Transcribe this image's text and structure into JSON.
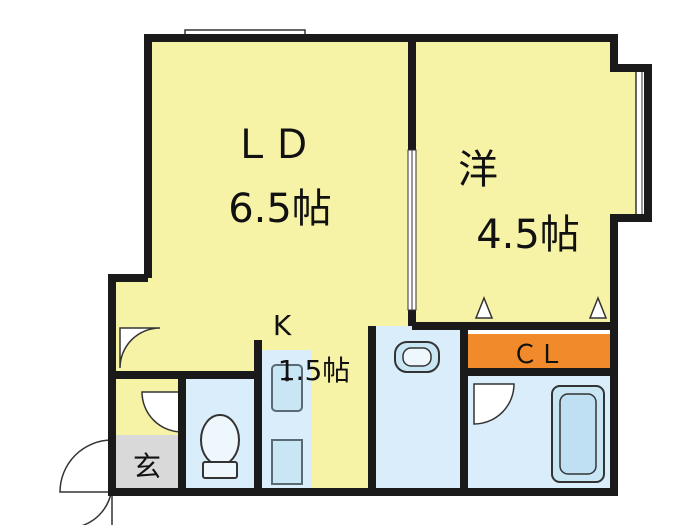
{
  "rooms": {
    "ld": {
      "line1": "ＬＤ",
      "line2": "6.5帖"
    },
    "western": {
      "line1": "洋",
      "line2": "4.5帖"
    },
    "kitchen": {
      "line1": "K",
      "line2": "1.5帖"
    },
    "closet": {
      "label": "ＣＬ"
    },
    "entrance": {
      "label": "玄"
    }
  },
  "colors": {
    "floor_main": "#f7f3a6",
    "wet_area": "#d9eefa",
    "closet": "#f08a2a",
    "entrance": "#d9d9d9",
    "wall": "#1a1a1a",
    "fixture_outline": "#5a6a75",
    "fixture_fill": "#c9e6f5"
  }
}
